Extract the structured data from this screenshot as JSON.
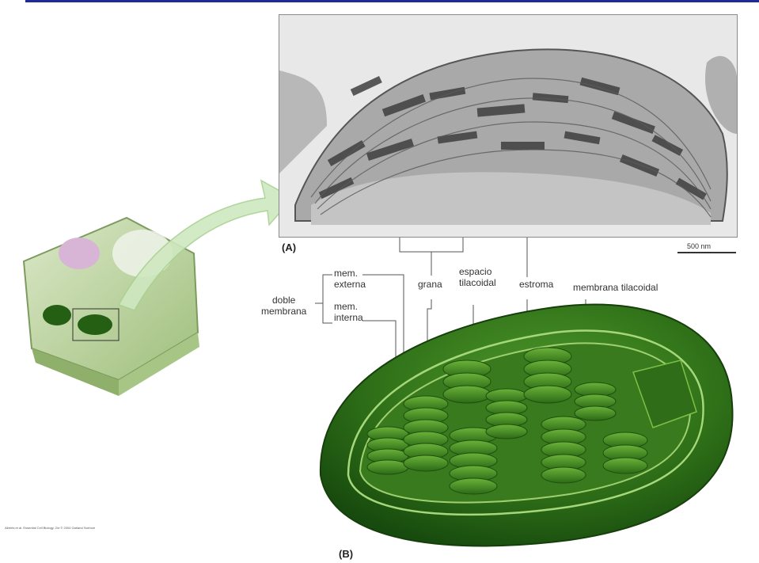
{
  "panels": {
    "a_label": "(A)",
    "b_label": "(B)"
  },
  "scale_bar": "500 nm",
  "labels": {
    "doble_membrana": [
      "doble",
      "membrana"
    ],
    "mem_externa": [
      "mem.",
      "externa"
    ],
    "mem_interna": [
      "mem.",
      "interna"
    ],
    "grana": "grana",
    "espacio_tilacoidal": [
      "espacio",
      "tilacoidal"
    ],
    "estroma": "estroma",
    "membrana_tilacoidal": "membrana tilacoidal"
  },
  "credit": "Alberts et al. Essential Cell Biology, 2/e © 2004 Garland Science",
  "colors": {
    "chloroplast_dark": "#1f5a14",
    "chloroplast_mid": "#3f8a22",
    "chloroplast_light": "#7fbf45",
    "arrow": "#cfe8c0",
    "micrograph_bg": "#cfcfcf",
    "top_rule": "#1c2a9a"
  }
}
